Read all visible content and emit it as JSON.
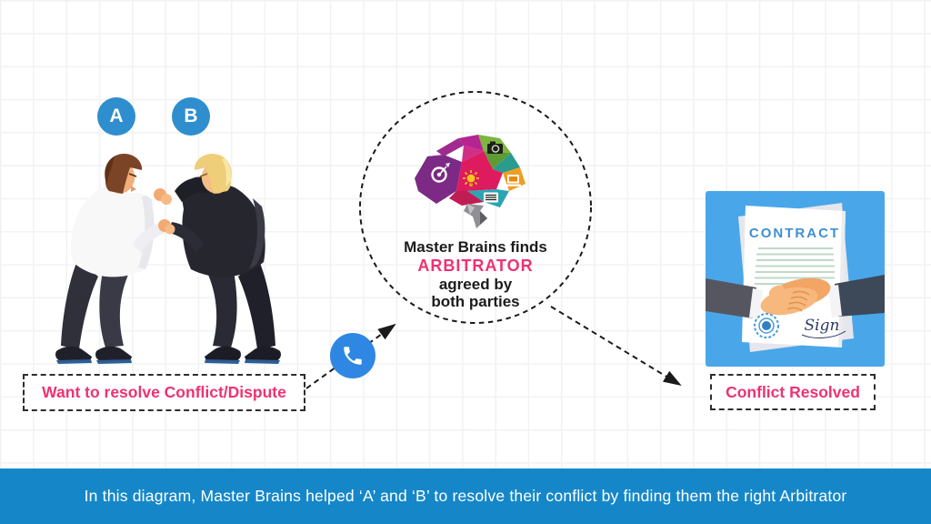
{
  "badges": {
    "a": "A",
    "b": "B"
  },
  "left_group": {
    "caption": "Want to resolve Conflict/Dispute"
  },
  "center_group": {
    "line1": "Master Brains finds",
    "arbitrator": "ARBITRATOR",
    "line3": "agreed by",
    "line4": "both parties"
  },
  "right_group": {
    "caption": "Conflict Resolved",
    "contract_title": "CONTRACT",
    "signature": "Sign"
  },
  "banner": {
    "text": "In this diagram, Master Brains helped ‘A’ and ‘B’ to resolve their conflict by finding them the right Arbitrator"
  },
  "colors": {
    "accent_pink": "#ED3370",
    "badge_blue": "#2F8ECD",
    "phone_blue": "#2E87E2",
    "banner_blue": "#1587C9",
    "contract_panel_blue": "#49A7E9",
    "contract_text_blue": "#3F8FD2",
    "dash_line": "#1A1A1A"
  }
}
